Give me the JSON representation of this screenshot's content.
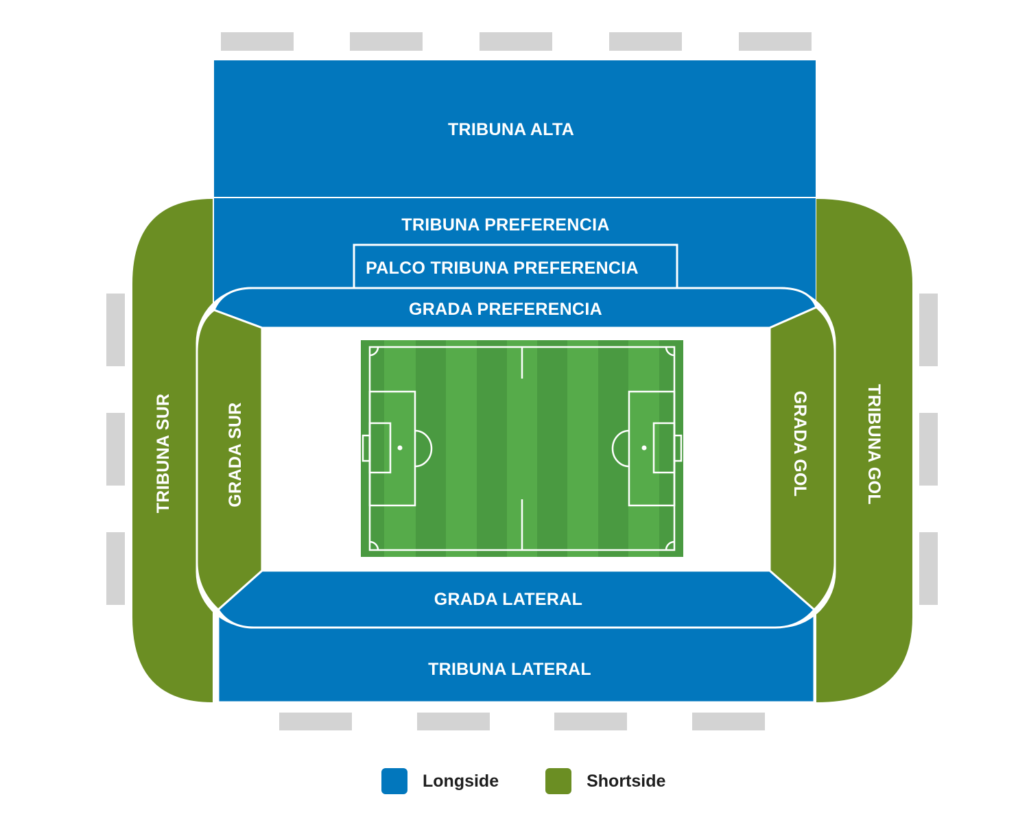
{
  "colors": {
    "longside": "#0277bd",
    "shortside": "#6b8e23",
    "pitch_light": "#56ab4a",
    "pitch_dark": "#4a9a41",
    "entrance": "#d3d3d3",
    "outline": "#ffffff"
  },
  "sections": {
    "tribuna_alta": "TRIBUNA ALTA",
    "tribuna_preferencia": "TRIBUNA PREFERENCIA",
    "palco_tribuna_preferencia": "PALCO TRIBUNA PREFERENCIA",
    "grada_preferencia": "GRADA PREFERENCIA",
    "grada_lateral": "GRADA LATERAL",
    "tribuna_lateral": "TRIBUNA LATERAL",
    "tribuna_sur": "TRIBUNA SUR",
    "grada_sur": "GRADA SUR",
    "grada_gol": "GRADA GOL",
    "tribuna_gol": "TRIBUNA GOL"
  },
  "legend": [
    {
      "label": "Longside",
      "color": "#0277bd"
    },
    {
      "label": "Shortside",
      "color": "#6b8e23"
    }
  ]
}
